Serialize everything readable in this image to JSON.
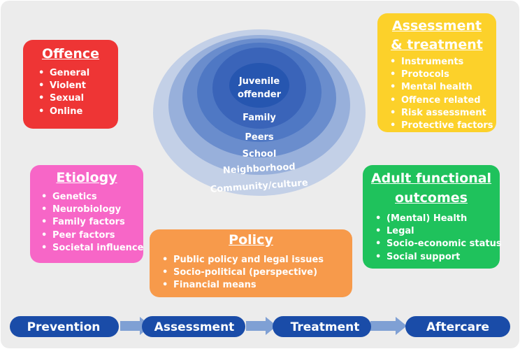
{
  "center": {
    "rings": [
      {
        "label": "Community/culture",
        "color": "#c3d0e7"
      },
      {
        "label": "Neighborhood",
        "color": "#98b0db"
      },
      {
        "label": "School",
        "color": "#6a8dcd"
      },
      {
        "label": "Peers",
        "color": "#4f78c4"
      },
      {
        "label": "Family",
        "color": "#3a64b9"
      },
      {
        "label": "Juvenile offender",
        "color": "#2656b0"
      }
    ],
    "core_line1": "Juvenile",
    "core_line2": "offender",
    "family": "Family",
    "peers": "Peers",
    "school": "School",
    "neighborhood": "Neighborhood",
    "community": "Community/culture"
  },
  "boxes": {
    "offence": {
      "title": "Offence",
      "color": "#ee3535",
      "items": [
        "General",
        "Violent",
        "Sexual",
        "Online"
      ]
    },
    "assessment": {
      "title_line1": "Assessment",
      "title_line2": "& treatment",
      "color": "#fcd12a",
      "items": [
        "Instruments",
        "Protocols",
        "Mental health",
        "Offence related",
        "Risk assessment",
        "Protective factors"
      ]
    },
    "etiology": {
      "title": "Etiology",
      "color": "#f766c7",
      "items": [
        "Genetics",
        "Neurobiology",
        "Family factors",
        "Peer factors",
        "Societal influence"
      ]
    },
    "adult": {
      "title_line1": "Adult functional",
      "title_line2": "outcomes",
      "color": "#1fc25c",
      "items": [
        "(Mental) Health",
        "Legal",
        "Socio-economic status",
        "Social support"
      ]
    },
    "policy": {
      "title": "Policy",
      "color": "#f79a4b",
      "items": [
        "Public policy and legal issues",
        "Socio-political (perspective)",
        "Financial means"
      ]
    }
  },
  "flow": {
    "color": "#1a4ca8",
    "arrow_color": "#7fa0d4",
    "steps": [
      "Prevention",
      "Assessment",
      "Treatment",
      "Aftercare"
    ]
  }
}
